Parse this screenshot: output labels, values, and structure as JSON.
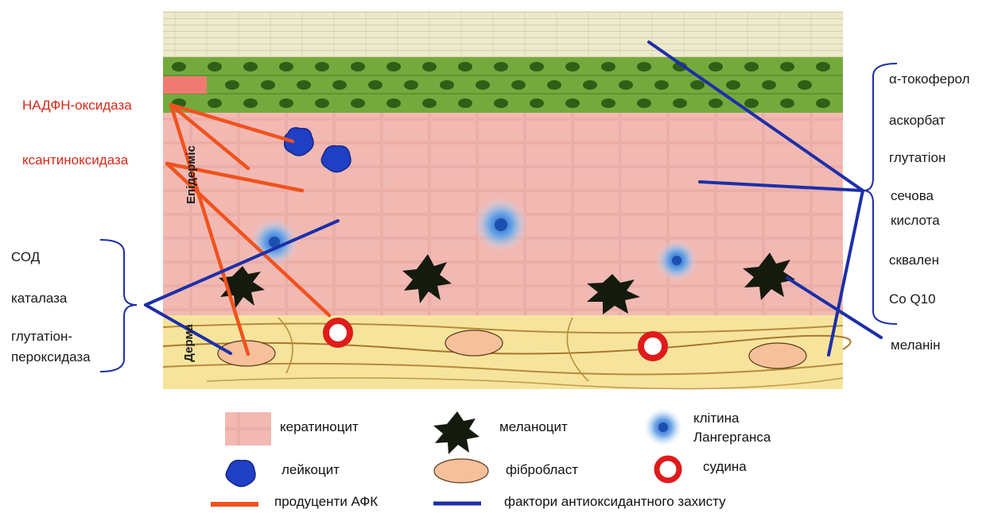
{
  "producers": [
    "НАДФН-оксидаза",
    "ксантиноксидаза"
  ],
  "layers": {
    "epidermis": "Епідерміс",
    "dermis": "Дерма"
  },
  "left_antioxidants": [
    "СОД",
    "каталаза",
    "глутатіон-",
    "пероксидаза"
  ],
  "right_antioxidants": [
    "α-токоферол",
    "аскорбат",
    "глутатіон",
    "сечова",
    "кислота",
    "сквален",
    "Co Q10"
  ],
  "melanin": "меланін",
  "legend": {
    "keratinocyte": "кератиноцит",
    "melanocyte": "меланоцит",
    "langerhans_1": "клітина",
    "langerhans_2": "Лангерганса",
    "leukocyte": "лейкоцит",
    "fibroblast": "фібробласт",
    "vessel": "судина",
    "ros_producers": "продуценти АФК",
    "antioxidant_factors": "фактори антиоксидантного захисту"
  },
  "colors": {
    "producer_line": "#f0521e",
    "antioxidant_line": "#1c2fa8",
    "keratinocyte": "#f2b7b2",
    "dermis": "#f6e39a",
    "fibroblast": "#f6c09a",
    "vessel": "#e01b1b",
    "leukocyte": "#1f3fc4",
    "stratum_basale": "#6fa33a",
    "stratum_corneum": "#ece8c8"
  }
}
